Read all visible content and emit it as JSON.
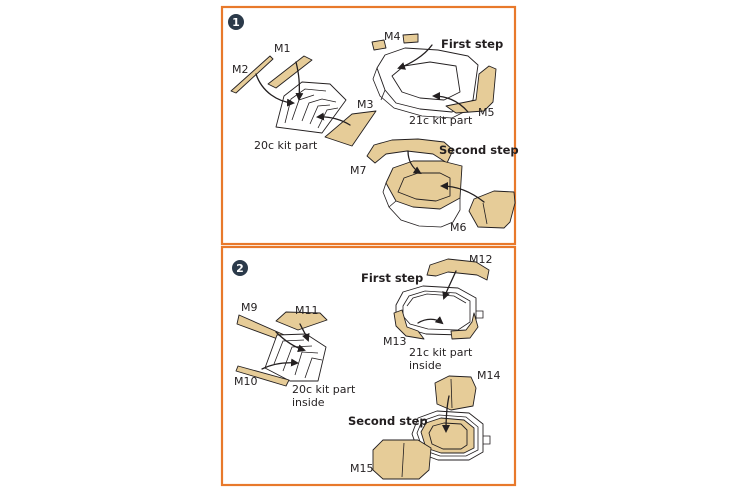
{
  "colors": {
    "frame": "#e8792b",
    "decal": "#e6cc98",
    "badge": "#2b3a4a",
    "ink": "#231f20"
  },
  "panel1": {
    "badge": "1",
    "labels": {
      "m1": "M1",
      "m2": "M2",
      "m3": "M3",
      "kit_20c": "20c kit part",
      "m4": "M4",
      "first_step": "First step",
      "kit_21c": "21c kit part",
      "m5": "M5",
      "m7": "M7",
      "second_step": "Second step",
      "m6": "M6"
    }
  },
  "panel2": {
    "badge": "2",
    "labels": {
      "m9": "M9",
      "m11": "M11",
      "m10": "M10",
      "kit_20c_line1": "20c kit part",
      "kit_20c_line2": "inside",
      "first_step": "First step",
      "m12": "M12",
      "m13": "M13",
      "kit_21c_line1": "21c kit part",
      "kit_21c_line2": "inside",
      "m14": "M14",
      "second_step": "Second step",
      "m15": "M15"
    }
  }
}
